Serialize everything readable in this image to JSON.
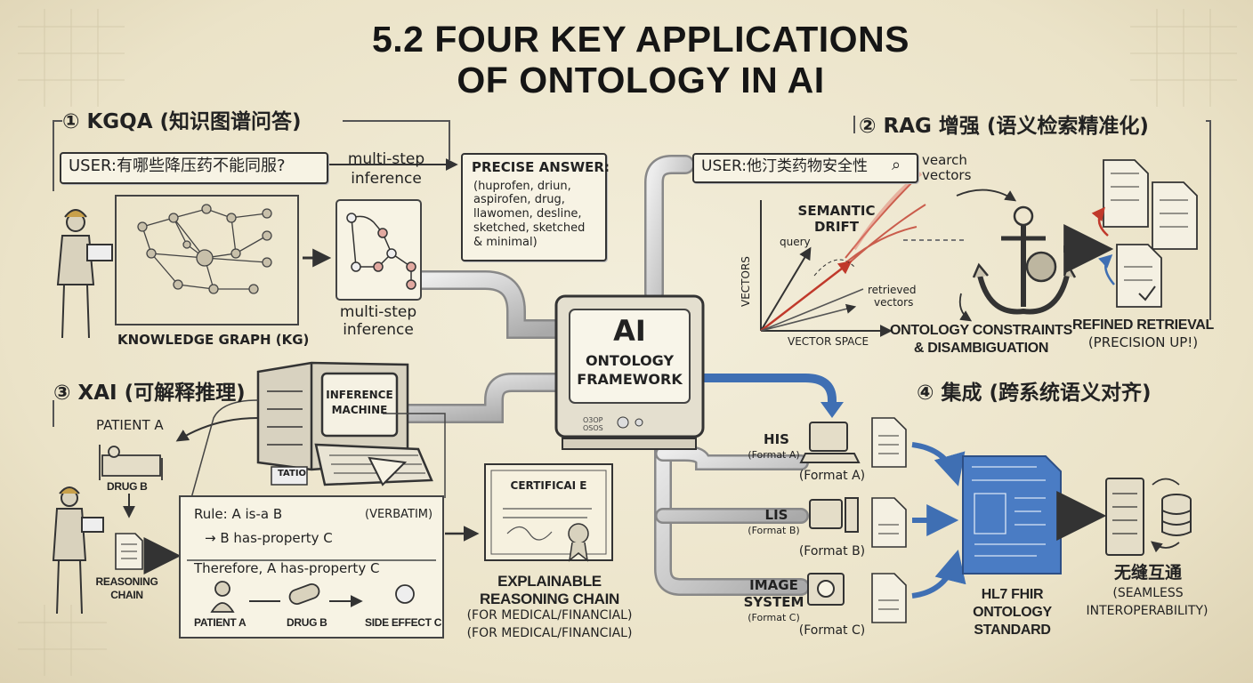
{
  "title_line_1": "5.2 FOUR KEY APPLICATIONS",
  "title_line_2": "OF ONTOLOGY IN AI",
  "kgqa": {
    "heading": "① KGQA (知识图谱问答)",
    "query": "USER:有哪些降压药不能同服?",
    "inference_label_top": "multi-step",
    "inference_label_top_2": "inference",
    "answer_heading": "PRECISE ANSWER:",
    "answer_lines": [
      "(huprofen, driun,",
      "aspirofen, drug,",
      "llawomen, desline,",
      "sketched, sketched",
      "& minimal)"
    ],
    "kg_label": "KNOWLEDGE GRAPH (KG)",
    "inference_label_bottom": "multi-step",
    "inference_label_bottom_2": "inference"
  },
  "center": {
    "ai": "AI",
    "line_1": "ONTOLOGY",
    "line_2": "FRAMEWORK",
    "badge_1": "O3OP",
    "badge_2": "OSOS"
  },
  "rag": {
    "heading": "② RAG 增强 (语义检索精准化)",
    "query": "USER:他汀类药物安全性",
    "search_icon": "⌕",
    "search_label_1": "vearch",
    "search_label_2": "vectors",
    "drift_1": "SEMANTIC",
    "drift_2": "DRIFT",
    "query_label": "query",
    "retrieved_1": "retrieved",
    "retrieved_2": "vectors",
    "y_axis": "VECTORS",
    "x_axis": "VECTOR SPACE",
    "constraints_1": "ONTOLOGY CONSTRAINTS",
    "constraints_2": "& DISAMBIGUATION",
    "refined_1": "REFINED RETRIEVAL",
    "refined_2": "(PRECISION UP!)"
  },
  "xai": {
    "heading": "③ XAI (可解释推理)",
    "patient_a": "PATIENT A",
    "drug_b": "DRUG B",
    "chain_1": "REASONING",
    "chain_2": "CHAIN",
    "machine_1": "INFERENCE",
    "machine_2": "MACHINE",
    "machine_badge": "TATIO",
    "rule_1": "Rule: A is-a B",
    "verbatim": "(VERBATIM)",
    "rule_2": "→ B has-property C",
    "rule_3": "Therefore, A has-property C",
    "flow_patient": "PATIENT A",
    "flow_drug": "DRUG B",
    "flow_effect": "SIDE EFFECT C",
    "certificate": "CERTIFICAI E",
    "explain_1": "EXPLAINABLE",
    "explain_2": "REASONING CHAIN",
    "explain_3": "(FOR MEDICAL/FINANCIAL)",
    "explain_4": "(FOR MEDICAL/FINANCIAL)"
  },
  "integration": {
    "heading": "④ 集成 (跨系统语义对齐)",
    "his": "HIS",
    "his_fmt": "(Format A)",
    "his_fmt_2": "(Format A)",
    "lis": "LIS",
    "lis_fmt": "(Format B)",
    "lis_fmt_2": "(Format B)",
    "img_1": "IMAGE",
    "img_2": "SYSTEM",
    "img_fmt": "(Format C)",
    "img_fmt_2": "(Format C)",
    "fhir_1": "HL7 FHIR",
    "fhir_2": "ONTOLOGY",
    "fhir_3": "STANDARD",
    "seamless_cn": "无缝互通",
    "seamless_1": "(SEAMLESS",
    "seamless_2": "INTEROPERABILITY)"
  }
}
